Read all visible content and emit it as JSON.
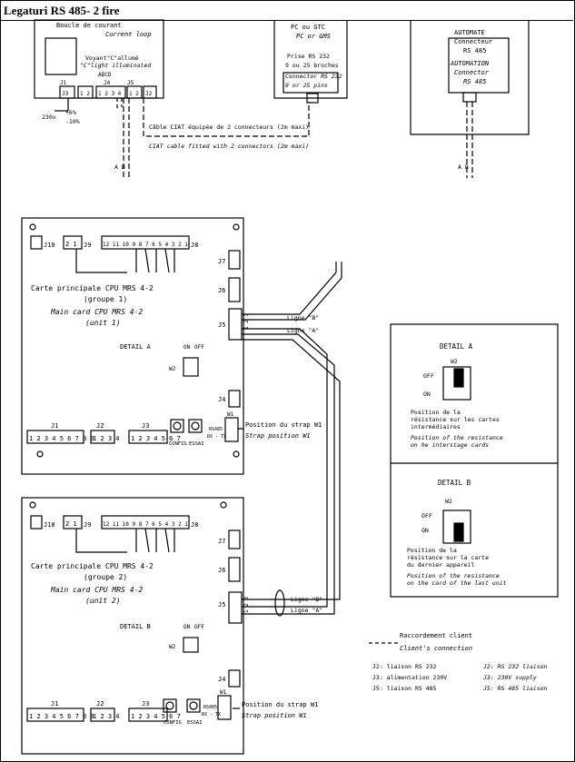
{
  "header": {
    "title": "Legaturi RS 485- 2 fire"
  },
  "top": {
    "current_loop": {
      "line1": "Boucle de courant",
      "line2": "Current loop",
      "voyant": "Voyant\"C\"allumé",
      "light": "\"C\"light illuminated",
      "abcd": "ABCD",
      "j1": "J1",
      "j3": "J3",
      "j4": "J4",
      "j5": "J5",
      "j2": "J2",
      "j3_pins": "1 2",
      "j1_pins": "1 2",
      "j4_pins": "1 2 3 4",
      "j5_pins": "1 2",
      "v1": "+6%",
      "v2": "230v",
      "v3": "-10%"
    },
    "pc": {
      "line1": "PC ou GTC",
      "line2": "PC or GMS",
      "prise": "Prise RS 232",
      "broches": "9 ou 25 broches",
      "conn": "Connector RS 232",
      "pins": "9 or 25 pins"
    },
    "automate": {
      "line1": "AUTOMATE",
      "line2": "Connecteur",
      "line3": "RS 485",
      "line4": "AUTOMATION",
      "line5": "Connector",
      "line6": "RS 485"
    },
    "cable_fr": "Câble CIAT équipée de 2 connecteurs (2m maxi)",
    "cable_en": "CIAT cable fitted with 2 connectors (2m maxi)",
    "ab_left": "A B",
    "ab_right": "A B"
  },
  "boards": [
    {
      "j10": "J10",
      "j9": "J9",
      "j9_pins": "2 1",
      "j8": "J8",
      "j8_pins": "12 11 10 9 8 7 6 5 4 3 2 1",
      "j7": "J7",
      "j6": "J6",
      "j5": "J5",
      "j5_pins": "1 2 3",
      "j4": "J4",
      "fr1": "Carte principale CPU MRS 4-2",
      "fr2": "(groupe 1)",
      "en1": "Main card CPU MRS 4-2",
      "en2": "(unit 1)",
      "detail": "DETAIL A",
      "on": "ON",
      "off": "OFF",
      "w2": "W2",
      "j1": "J1",
      "j1_pins": "1 2 3 4 5 6 7 8 9",
      "j2": "J2",
      "j2_pins": "1 2 3 4",
      "j3": "J3",
      "j3_pins": "1 2 3 4 5 6 7",
      "config": "CONFIG",
      "essai": "ESSAI",
      "w1": "W1",
      "rs485": "RS485",
      "rx": "RX - TX",
      "strap_fr": "Position du strap W1",
      "strap_en": "Strap position W1",
      "ligne_b": "Ligne \"B\"",
      "ligne_a": "Ligne \"A\""
    },
    {
      "j10": "J10",
      "j9": "J9",
      "j9_pins": "2 1",
      "j8": "J8",
      "j8_pins": "12 11 10 9 8 7 6 5 4 3 2 1",
      "j7": "J7",
      "j6": "J6",
      "j5": "J5",
      "j5_pins": "1 2 3",
      "j4": "J4",
      "fr1": "Carte principale CPU MRS 4-2",
      "fr2": "(groupe 2)",
      "en1": "Main card CPU MRS 4-2",
      "en2": "(unit 2)",
      "detail": "DETAIL B",
      "on": "ON",
      "off": "OFF",
      "w2": "W2",
      "j1": "J1",
      "j1_pins": "1 2 3 4 5 6 7 8 9",
      "j2": "J2",
      "j2_pins": "1 2 3 4",
      "j3": "J3",
      "j3_pins": "1 2 3 4 5 6 7",
      "config": "CONFIG",
      "essai": "ESSAI",
      "w1": "W1",
      "rs485": "RS485",
      "rx": "RX - TX",
      "strap_fr": "Position du strap W1",
      "strap_en": "Strap position W1",
      "ligne_b": "Ligne \"B\"",
      "ligne_a": "Ligne \"A\""
    }
  ],
  "detail_a": {
    "title": "DETAIL A",
    "w2": "W2",
    "off": "OFF",
    "on": "ON",
    "fr1": "Position de la",
    "fr2": "résistance sur les cartes",
    "fr3": "intermédiaires",
    "en1": "Position of the resistance",
    "en2": "on he interstage cards"
  },
  "detail_b": {
    "title": "DETAIL B",
    "w2": "W2",
    "off": "OFF",
    "on": "ON",
    "fr1": "Position de la",
    "fr2": "résistance sur la carte",
    "fr3": "du dernier appareil",
    "en1": "Position of the resistance",
    "en2": "on the card of the last unit"
  },
  "legend": {
    "fr": "Raccordement client",
    "en": "Client's connection",
    "r1c1": "J2:  liaison RS 232",
    "r2c1": "J3:  alimentation 230V",
    "r3c1": "J5:  liaison RS 485",
    "r1c2": "J2:  RS 232 liaison",
    "r2c2": "J3:  230V supply",
    "r3c2": "J5:  RS 485 liaison"
  }
}
